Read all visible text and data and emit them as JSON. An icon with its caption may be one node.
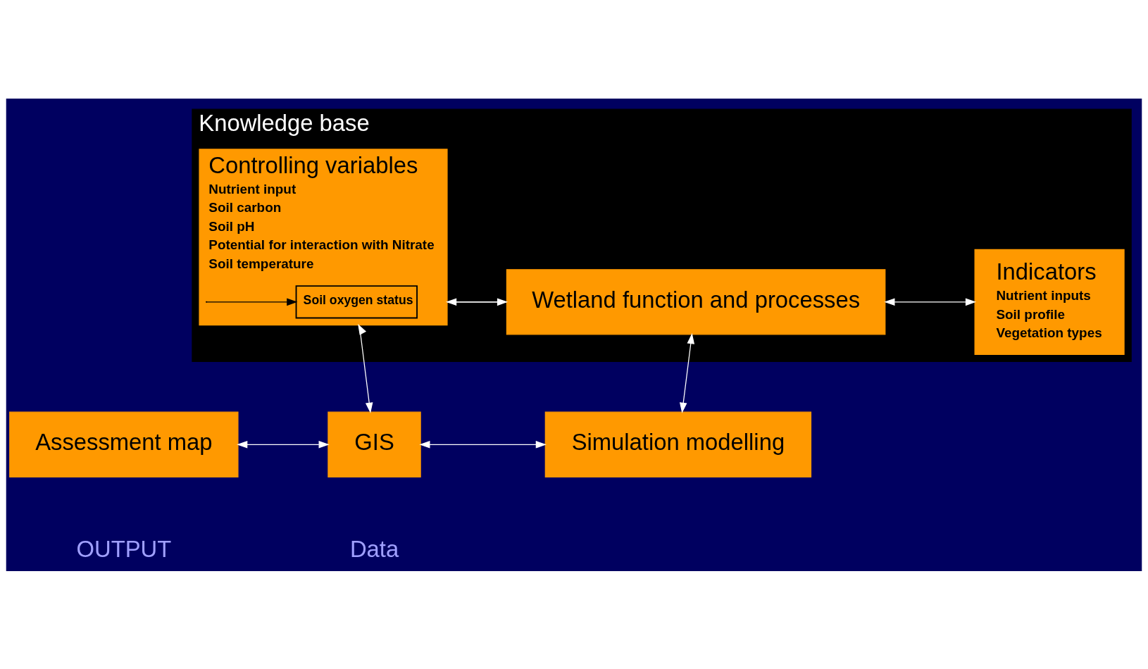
{
  "diagram": {
    "nodes": [
      {
        "text": [
          "Knowledge base"
        ]
      },
      {
        "text": [
          "Indicators",
          "Nutrient inputs",
          "Soil profile",
          "Vegetation types"
        ],
        "in": 0
      },
      {
        "text": [
          "Controlling variables",
          "Nutrient input",
          "Soil carbon",
          "Soil pH",
          "Potential for interaction with Nitrate",
          "Soil temperature"
        ],
        "in": 0
      },
      {
        "text": [
          "Soil oxygen status"
        ],
        "in": 2
      },
      {
        "text": [
          "Wetland function and processes"
        ],
        "in": 0
      },
      {
        "text": [
          "Assessment map"
        ]
      },
      {
        "text": [
          "GIS"
        ]
      },
      {
        "text": [
          "Simulation modelling"
        ]
      }
    ],
    "edges": [
      {
        "from": 2,
        "to": 4,
        "arrow": "to"
      },
      {
        "from": 4,
        "to": 2,
        "arrow": "to"
      },
      {
        "from": 2,
        "to": 3,
        "arrow": "to",
        "color": "#000000"
      },
      {
        "from": 2,
        "to": 6,
        "arrow": "both"
      },
      {
        "from": 1,
        "to": 4,
        "arrow": "both"
      },
      {
        "from": 4,
        "to": 7,
        "arrow": "both"
      },
      {
        "from": 5,
        "to": 6,
        "arrow": "both"
      },
      {
        "from": 6,
        "to": 7,
        "arrow": "both"
      }
    ],
    "labels": [
      "OUTPUT",
      "Data"
    ]
  }
}
